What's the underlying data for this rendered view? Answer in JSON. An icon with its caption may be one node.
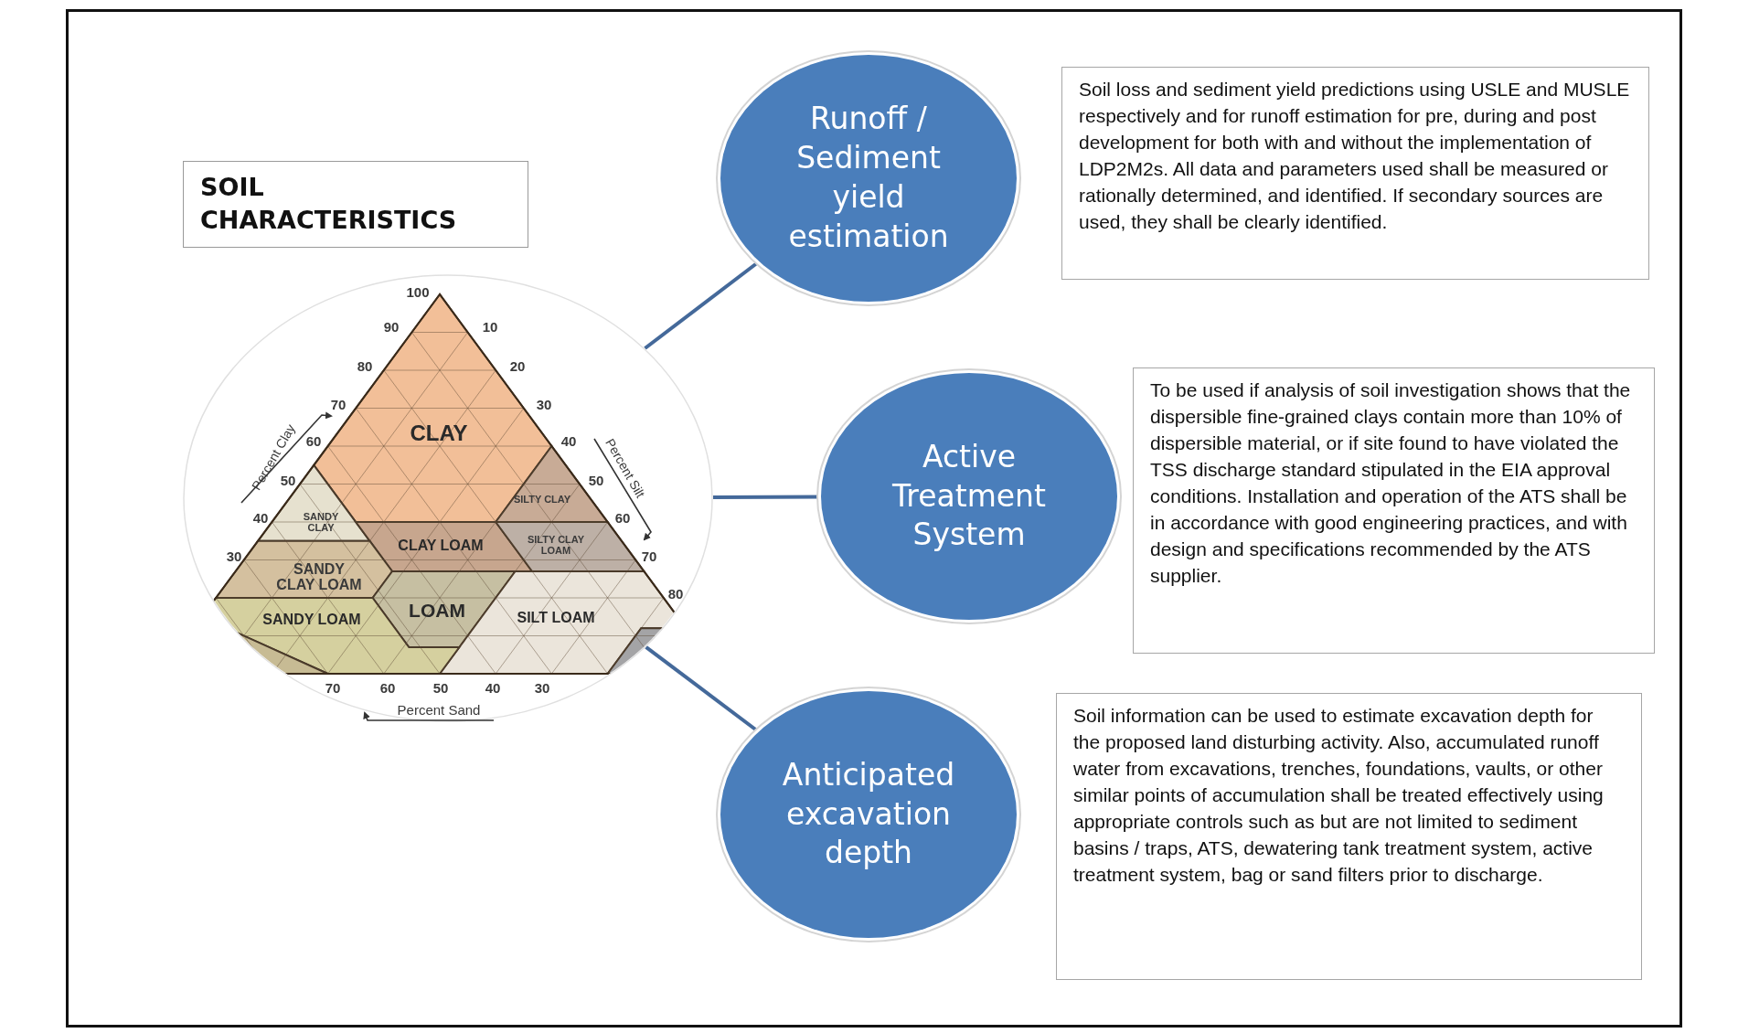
{
  "diagram": {
    "nodes": [
      {
        "text": [
          "SOIL CHARACTERISTICS"
        ]
      },
      {
        "text": [],
        "shape": "picture"
      },
      {
        "text": [
          "Runoff / Sediment yield estimation"
        ]
      },
      {
        "text": [
          "Soil loss and sediment yield predictions using USLE and MUSLE respectively and for runoff estimation for pre, during and post development for both with and without the implementation of LDP2M2s. All data and parameters used shall be measured or rationally determined, and identified. If secondary sources are used, they shall be clearly identified."
        ]
      },
      {
        "text": [
          "Active Treatment System"
        ]
      },
      {
        "text": [
          "To be used if analysis of soil investigation shows that the dispersible fine-grained clays contain more than 10% of dispersible material, or if site found to have violated the TSS discharge standard stipulated in the EIA approval conditions. Installation and operation of the ATS shall be in accordance with good engineering practices, and with design and specifications recommended by the ATS supplier."
        ]
      },
      {
        "text": [
          "Anticipated excavation depth"
        ]
      },
      {
        "text": [
          "Soil information can be used to estimate excavation depth for the proposed land disturbing activity. Also, accumulated runoff water from excavations, trenches, foundations, vaults, or other similar points of accumulation shall be treated effectively using appropriate controls such as but are not limited to sediment basins / traps, ATS, dewatering tank treatment system, active treatment system, bag or sand filters prior to discharge."
        ]
      }
    ],
    "edges": [
      {
        "from": 1,
        "to": 2,
        "arrow": "none"
      },
      {
        "from": 1,
        "to": 4,
        "arrow": "none"
      },
      {
        "from": 1,
        "to": 6,
        "arrow": "none"
      }
    ],
    "labels": [
      "100",
      "90",
      "10",
      "80",
      "20",
      "70",
      "30",
      "CLAY",
      "Percent Clay",
      "60",
      "40",
      "Percent Silt",
      "50",
      "50",
      "SILTY CLAY",
      "40",
      "SANDY CLAY",
      "60",
      "CLAY LOAM",
      "SILTY CLAY LOAM",
      "30",
      "70",
      "SANDY CLAY LOAM",
      "80",
      "LOAM",
      "SANDY LOAM",
      "SILT LOAM",
      "70",
      "60",
      "50",
      "40",
      "30",
      "Percent Sand"
    ]
  }
}
